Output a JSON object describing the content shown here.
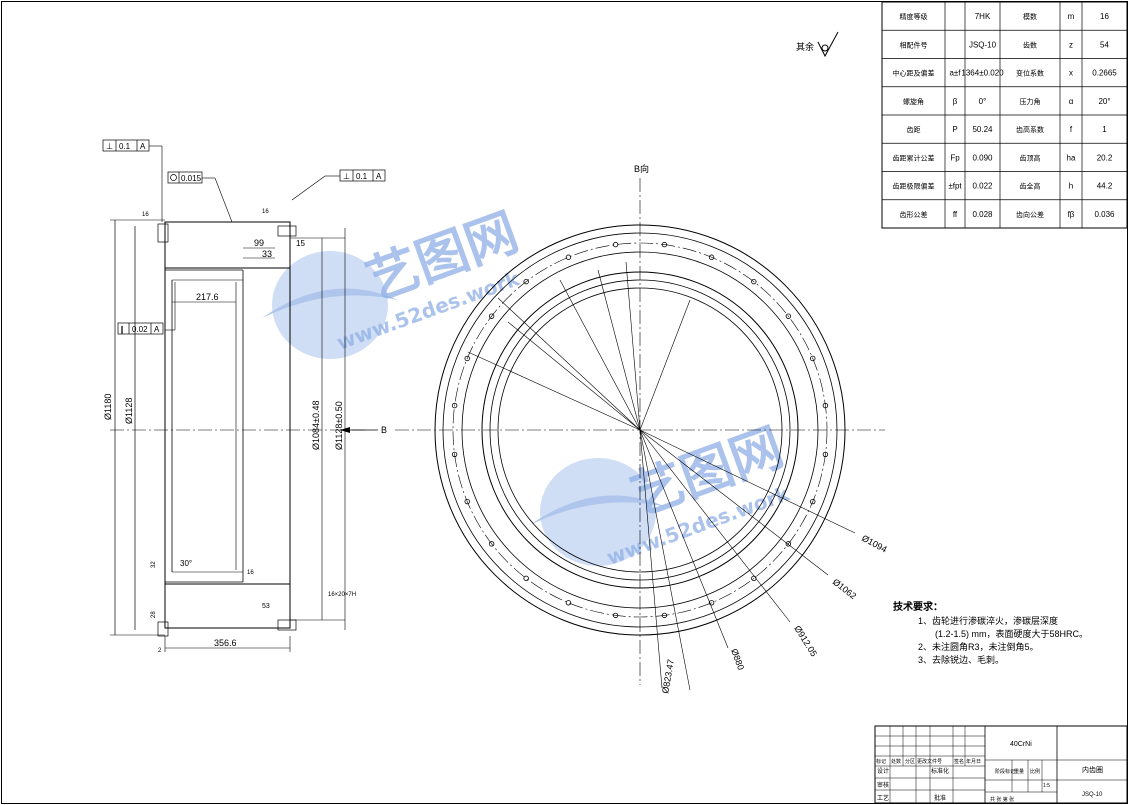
{
  "params": [
    {
      "label": "精度等级",
      "sym": "",
      "val": "7HK",
      "label2": "模数",
      "sym2": "m",
      "val2": "16"
    },
    {
      "label": "相配件号",
      "sym": "",
      "val": "JSQ-10",
      "label2": "齿数",
      "sym2": "z",
      "val2": "54"
    },
    {
      "label": "中心距及偏差",
      "sym": "a±f",
      "val": "1364±0.020",
      "label2": "变位系数",
      "sym2": "x",
      "val2": "0.2665"
    },
    {
      "label": "螺旋角",
      "sym": "β",
      "val": "0°",
      "label2": "压力角",
      "sym2": "α",
      "val2": "20°"
    },
    {
      "label": "齿距",
      "sym": "P",
      "val": "50.24",
      "label2": "齿高系数",
      "sym2": "f",
      "val2": "1"
    },
    {
      "label": "齿距累计公差",
      "sym": "Fp",
      "val": "0.090",
      "label2": "齿顶高",
      "sym2": "ha",
      "val2": "20.2"
    },
    {
      "label": "齿距极限偏差",
      "sym": "±fpt",
      "val": "0.022",
      "label2": "齿全高",
      "sym2": "h",
      "val2": "44.2"
    },
    {
      "label": "齿形公差",
      "sym": "ff",
      "val": "0.028",
      "label2": "齿向公差",
      "sym2": "fβ",
      "val2": "0.036"
    }
  ],
  "surface_note": "其余",
  "tolerances": {
    "perp_left": "0.1",
    "perp_left_datum": "A",
    "circ_runout": "0.015",
    "perp_right": "0.1",
    "perp_right_datum": "A",
    "para": "0.02",
    "para_datum": "A"
  },
  "section_dims": {
    "d_outer": "Ø1180",
    "d_1128": "Ø1128",
    "d_1084": "Ø1084±0.48",
    "d_1128b": "Ø1128±0.50",
    "w_217": "217.6",
    "w_99": "99",
    "w_33": "33",
    "w_356": "356.6",
    "w_15": "15",
    "r_16": "16",
    "r_16b": "16",
    "r_16c": "16",
    "ang_30": "30°",
    "chamfer_b": "16×20×7H",
    "val_53": "53",
    "val_2": "2",
    "val_32": "32",
    "val_28": "28"
  },
  "view_labels": {
    "b_dir": "B向",
    "b_arrow": "B"
  },
  "circle_dims": {
    "d1094": "Ø1094",
    "d1062": "Ø1062",
    "d912": "Ø912.05",
    "d880": "Ø880",
    "d823": "Ø823.47"
  },
  "tech_notes": {
    "title": "技术要求：",
    "items": [
      "1、齿轮进行渗碳淬火，渗碳层深度",
      "(1.2-1.5) mm，表面硬度大于58HRC。",
      "2、未注圆角R3，未注倒角5。",
      "3、去除锐边、毛刺。"
    ]
  },
  "title_block": {
    "material": "40CrNi",
    "part_name": "内齿圈",
    "drawing_no": "JSQ-10",
    "scale_label": "比例",
    "weight_label": "重量",
    "stage_label": "阶段标记",
    "sheet_text": "共 张 第 张",
    "row_labels": [
      "标记",
      "处数",
      "分区",
      "更改文件号",
      "签名",
      "年月日"
    ],
    "design": "设计",
    "check": "审核",
    "craft": "工艺",
    "standard": "标准化",
    "approve": "批准",
    "val_1": "1:5"
  },
  "watermark": {
    "cn": "艺图网",
    "url": "www.52des.work"
  }
}
